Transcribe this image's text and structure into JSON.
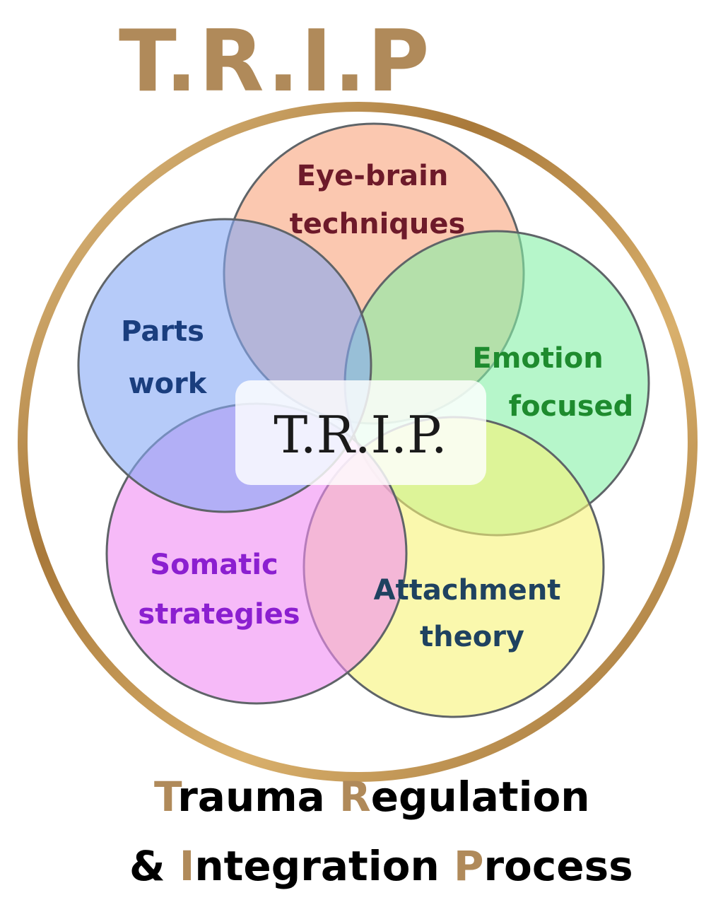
{
  "title": "T.R.I.P",
  "center_label": "T.R.I.P.",
  "circles": [
    {
      "id": "eye-brain",
      "label_lines": [
        "Eye-brain",
        "techniques"
      ],
      "fill": "#f8a37c",
      "text_color": "#6d1a2a"
    },
    {
      "id": "emotion",
      "label_lines": [
        "Emotion",
        "focused"
      ],
      "fill": "#86f0a7",
      "text_color": "#1e8b2e"
    },
    {
      "id": "attachment",
      "label_lines": [
        "Attachment",
        "theory"
      ],
      "fill": "#f6f377",
      "text_color": "#1f4260"
    },
    {
      "id": "somatic",
      "label_lines": [
        "Somatic",
        "strategies"
      ],
      "fill": "#f08cf4",
      "text_color": "#8b1fd0"
    },
    {
      "id": "parts",
      "label_lines": [
        "Parts",
        "work"
      ],
      "fill": "#86a8f5",
      "text_color": "#1a3e7e"
    }
  ],
  "footer": {
    "line1": [
      {
        "initial": "T",
        "rest": "rauma "
      },
      {
        "initial": "R",
        "rest": "egulation"
      }
    ],
    "line2_prefix": "& ",
    "line2": [
      {
        "initial": "I",
        "rest": "ntegration "
      },
      {
        "initial": "P",
        "rest": "rocess"
      }
    ]
  },
  "colors": {
    "gold": "#b08a5a",
    "ring_gold": "#c49a52",
    "circle_stroke": "#5f6468",
    "center_box": "#ffffff",
    "center_text": "#1a1a1a",
    "footer_text": "#000000"
  }
}
